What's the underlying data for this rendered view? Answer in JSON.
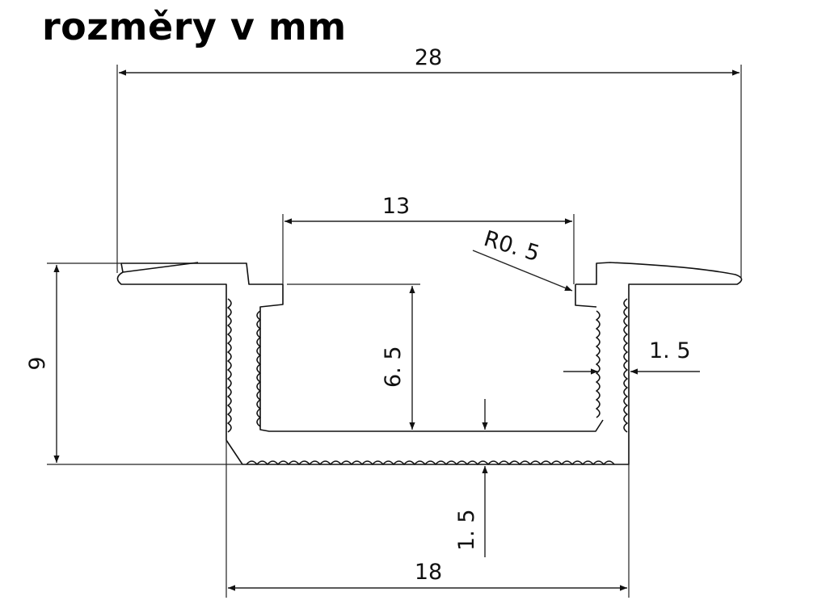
{
  "title": "rozměry v mm",
  "dimensions": {
    "overall_width": "28",
    "opening_width": "13",
    "corner_radius": "R0. 5",
    "inner_depth": "6. 5",
    "height": "9",
    "wall_thickness": "1. 5",
    "base_thickness": "1. 5",
    "bottom_width": "18"
  },
  "colors": {
    "line": "#222222",
    "background": "#ffffff"
  }
}
